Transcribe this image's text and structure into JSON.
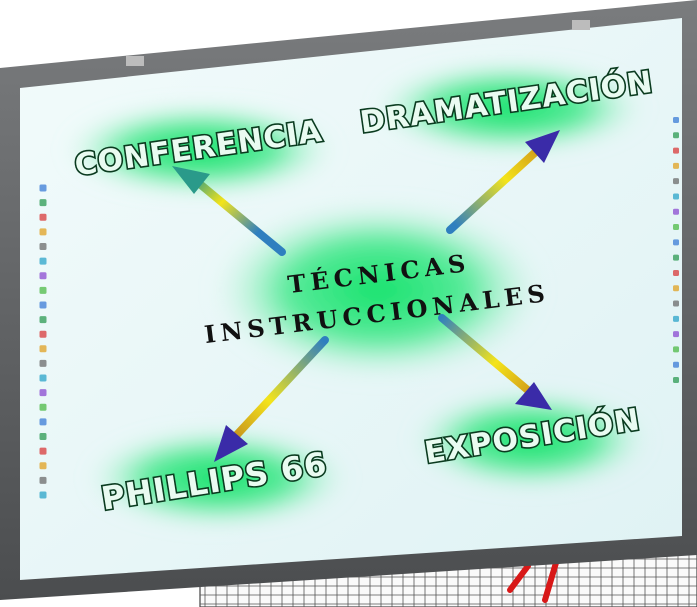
{
  "center": {
    "line1": "TÉCNICAS",
    "line2": "INSTRUCCIONALES"
  },
  "branches": {
    "top_left": "CONFERENCIA",
    "top_right": "DRAMATIZACIÓN",
    "bottom_left": "PHILLIPS 66",
    "bottom_right": "EXPOSICIÓN"
  },
  "colors": {
    "frame": "#5e6062",
    "board": "#e8f6f7",
    "glow": "#14e26b",
    "arrow_start": "#2f7fbf",
    "arrow_mid": "#f4e41a",
    "arrow_head": "#3a2ba8",
    "grid_line": "#444444",
    "check_mark": "#d81818"
  },
  "icons": {
    "left_toolbar": "toolbar-tools-icon",
    "right_toolbar": "toolbar-tools-icon",
    "check": "check-mark-icon"
  }
}
